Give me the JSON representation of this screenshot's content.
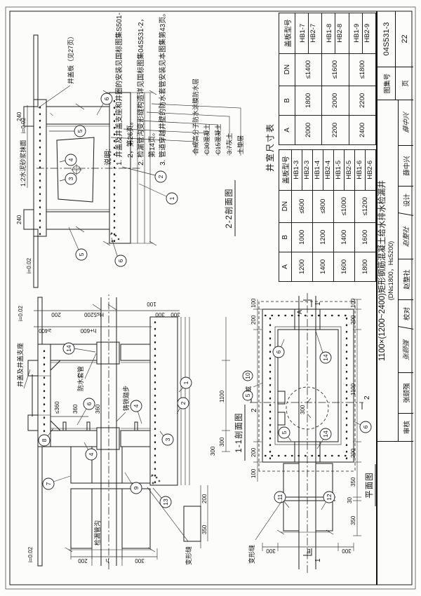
{
  "titleblock": {
    "title_line1": "1100×(1200~2400)矩形钢筋混凝土给水排水检漏井",
    "title_line2": "(DN≤1800，H≤5200)",
    "atlas_label": "图集号",
    "atlas_no": "04S531-3",
    "page_label": "页",
    "page_no": "22",
    "roles": {
      "shenhe": "审核",
      "jiaodui": "校对",
      "sheji": "设计"
    },
    "names": {
      "shenhe": "张颐强",
      "jiaodui": "赵整社",
      "sheji": "薛中兴"
    },
    "sigs": {
      "shenhe": "张颐强",
      "jiaodui": "赵整社",
      "sheji": "薛中兴"
    }
  },
  "notes": {
    "heading": "说明:",
    "n1": "1. 井盖及井盖支座和井圈的安装见国标图集S501-2，第26页。",
    "n2": "2. 检漏管沟变形缝构造详见国标图集04S531-2，第14页。",
    "n3": "3. 管道穿越井壁的防水套管安装见本图集第43页。"
  },
  "table": {
    "title": "井室尺寸表",
    "h_a": "A",
    "h_b": "B",
    "h_dn": "DN",
    "h_cover": "盖板型号",
    "rows_left": [
      {
        "a": "1200",
        "b": "1000",
        "dn": "≤600",
        "c1": "HB1-3",
        "c2": "HB2-3"
      },
      {
        "a": "1400",
        "b": "1200",
        "dn": "≤800",
        "c1": "HB1-4",
        "c2": "HB2-4"
      },
      {
        "a": "1600",
        "b": "1400",
        "dn": "≤1000",
        "c1": "HB1-5",
        "c2": "HB2-5"
      },
      {
        "a": "1800",
        "b": "1600",
        "dn": "≤1200",
        "c1": "HB1-6",
        "c2": "HB2-6"
      }
    ],
    "rows_right": [
      {
        "a": "2000",
        "b": "1800",
        "dn": "≤1400",
        "c1": "HB1-7",
        "c2": "HB2-7"
      },
      {
        "a": "2200",
        "b": "2000",
        "dn": "≤1600",
        "c1": "HB1-8",
        "c2": "HB2-8"
      },
      {
        "a": "2400",
        "b": "2200",
        "dn": "≤1800",
        "c1": "HB1-9",
        "c2": "HB2-9"
      }
    ]
  },
  "views": {
    "s22": "2-2剖面图",
    "s11": "1-1剖面图",
    "plan": "平面图"
  },
  "materials": {
    "m1": "合成高分子防水涂膜防水层",
    "m2": "C30混凝土",
    "m3": "C15混凝土",
    "m4": "3:7灰土",
    "m5": "土垫层"
  },
  "labels": {
    "mortar": "1:2水泥砂浆抹面",
    "slope": "i=0.02",
    "cover_plate": "井盖板（见27页）",
    "cover_seat": "井盖及井盖支座",
    "sleeve": "防水套管",
    "steps": "铸铁踏步",
    "trench": "检漏管沟",
    "joint": "变形缝",
    "or": "或"
  },
  "dims": {
    "d30": "30",
    "d100": "100",
    "d200": "200",
    "d240": "240",
    "d300": "300",
    "d350": "350",
    "d360": "360",
    "d1100": "1100",
    "ge400": "≥400",
    "le360": "≤360",
    "H": "H≤5200",
    "h600": "h+600",
    "h": "h",
    "A": "A",
    "B": "B"
  },
  "callouts": {
    "c1": "1",
    "c2": "2",
    "c3": "3",
    "c4": "4",
    "c5": "5",
    "c6": "6",
    "c7": "7",
    "c8": "8",
    "c9": "9",
    "c10": "10",
    "c11": "11",
    "c12": "12",
    "c13": "13",
    "c14": "14"
  },
  "markers": {
    "s1": "1",
    "s2": "2",
    "a": "A"
  }
}
